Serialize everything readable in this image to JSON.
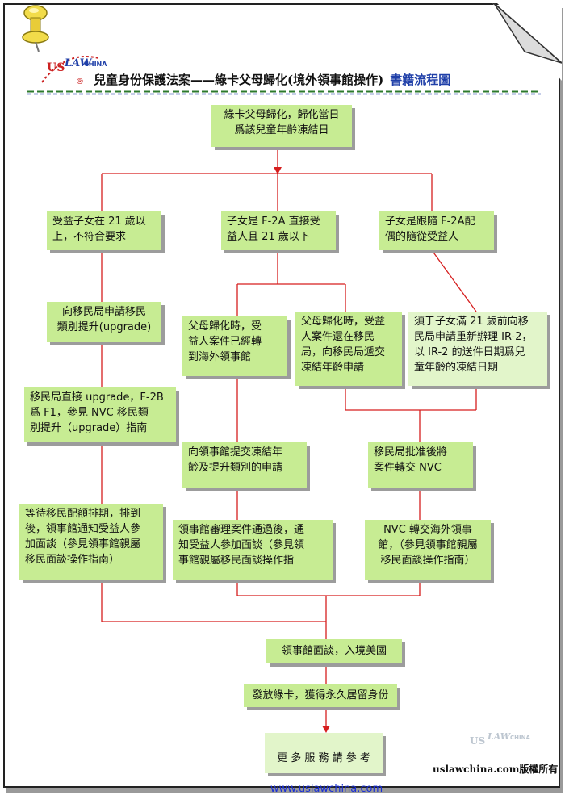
{
  "logo": {
    "brand_us": "US",
    "brand_law": "LAW",
    "brand_china": "CHINA",
    "registered": "®"
  },
  "header": {
    "title": "兒童身份保護法案——綠卡父母歸化(境外領事館操作)",
    "subtitle": "書籍流程圖"
  },
  "flow": {
    "start": "綠卡父母歸化，歸化當日\n爲該兒童年齡凍結日",
    "branch_over21": "受益子女在 21 歲以\n上，不符合要求",
    "branch_f2a": "子女是 F-2A 直接受\n益人且 21 歲以下",
    "branch_derivative": "子女是跟隨 F-2A配\n偶的隨從受益人",
    "upgrade_request": "向移民局申請移民\n類別提升(upgrade)",
    "upgrade_direct": "移民局直接 upgrade，F-2B\n爲 F1，參見 NVC 移民類\n別提升（upgrade）指南",
    "wait_visa": "等待移民配額排期，排到\n後，領事館通知受益人參\n加面談（參見領事館親屬\n移民面談操作指南）",
    "case_at_consulate": "父母歸化時，受\n益人案件已經轉\n到海外領事館",
    "case_at_uscis": "父母歸化時，受益\n人案件還在移民\n局，向移民局遞交\n凍結年齡申請",
    "refile_ir2": "須于子女滿 21 歲前向移\n民局申請重新辦理 IR-2，\n以 IR-2 的送件日期爲兒\n童年齡的凍結日期",
    "submit_consulate": "向領事館提交凍結年\n齡及提升類別的申請",
    "uscis_transfer": "移民局批准後將\n案件轉交 NVC",
    "consulate_review": "領事館審理案件通過後，通\n知受益人參加面談（參見領\n事館親屬移民面談操作指",
    "nvc_transfer": "NVC 轉交海外領事\n館，（參見領事館親屬\n移民面談操作指南）",
    "interview": "領事館面談，入境美國",
    "green_card": "發放綠卡，獲得永久居留身份",
    "more_info": "更 多 服 務 請 參 考",
    "link": "www.uslawchina.com"
  },
  "footer": {
    "copyright": "uslawchina.com版權所有"
  },
  "colors": {
    "box": "#c7ec93",
    "box_light": "#e2f5ca",
    "line": "#d61e1e",
    "link": "#1a2fd6",
    "title_sub": "#1f3fa8"
  }
}
